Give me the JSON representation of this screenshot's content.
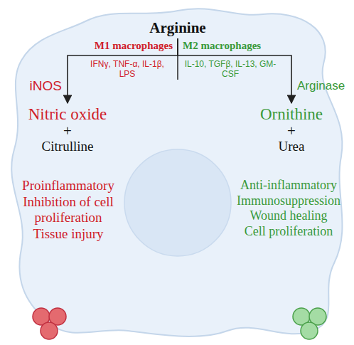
{
  "diagram": {
    "nodes": [
      {
        "text": [
          "Arginine"
        ]
      },
      {
        "text": [
          "Nitric oxide",
          "+",
          "Citrulline"
        ]
      },
      {
        "text": [
          "Ornithine",
          "+",
          "Urea"
        ]
      }
    ],
    "edges": [
      {
        "from": 0,
        "to": 1,
        "arrow": "to",
        "label": "iNOS"
      },
      {
        "from": 0,
        "to": 2,
        "arrow": "to",
        "label": "Arginase"
      }
    ],
    "labels": [
      "M1 macrophages",
      "M2 macrophages",
      "IFNγ, TNF-α, IL-1β, LPS",
      "IL-10, TGFβ, IL-13, GM-CSF",
      "Proinflammatory",
      "Inhibition of cell proliferation",
      "Tissue injury",
      "Anti-inflammatory",
      "Immunosuppression",
      "Wound healing",
      "Cell proliferation"
    ]
  }
}
